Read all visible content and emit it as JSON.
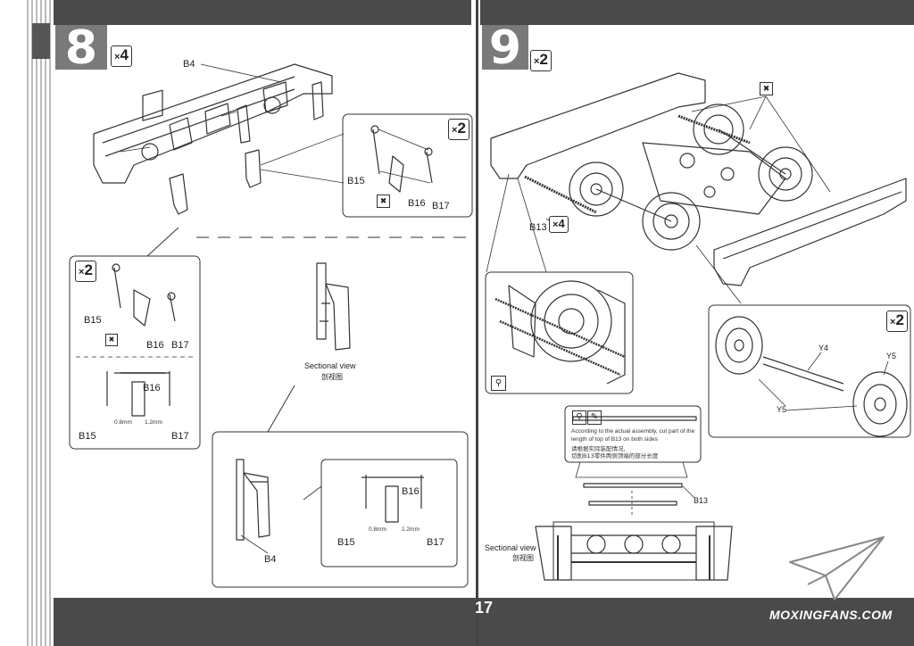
{
  "page_number": "17",
  "watermark": "MOXINGFANS.COM",
  "step8": {
    "number": "8",
    "multiplier": "4",
    "part_labels": {
      "frame": "B4",
      "b15": "B15",
      "b16": "B16",
      "b17": "B17"
    },
    "detail_multiplier": "2",
    "gap_left": "0.8mm",
    "gap_right": "1.2mm",
    "sectional_en": "Sectional view",
    "sectional_cn": "剖视图"
  },
  "step9": {
    "number": "9",
    "multiplier": "2",
    "part_labels": {
      "rod": "B13",
      "rod_mult": "4",
      "axle": "Y4",
      "wheel_a": "Y5",
      "wheel_b": "Y5",
      "rod_cut": "B13"
    },
    "wheelset_multiplier": "2",
    "cut_note_en": "According to the actual assembly, cut part of the length of top of B13 on both sides",
    "cut_note_cn_1": "请根据实际装配情况,",
    "cut_note_cn_2": "切削B13零件两侧顶端的部分长度",
    "sectional_en": "Sectional view",
    "sectional_cn": "剖视图"
  },
  "icons": [
    "magnify-icon",
    "knife-icon",
    "no-glue-icon"
  ]
}
